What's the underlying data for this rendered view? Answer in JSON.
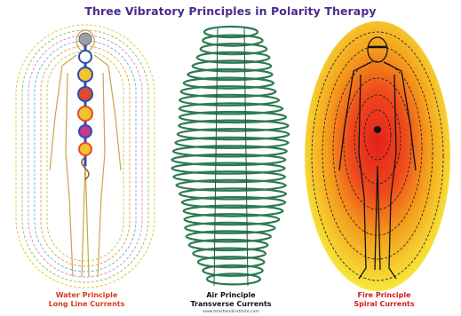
{
  "title": "Three Vibratory Principles in Polarity Therapy",
  "panels": [
    {
      "principle": "Water Principle",
      "currents": "Long Line Currents",
      "color": "#d93a1a"
    },
    {
      "principle": "Air Principle",
      "currents": "Transverse Currents",
      "color": "#111111"
    },
    {
      "principle": "Fire Principle",
      "currents": "Spiral Currents",
      "color": "#d91a1a"
    }
  ],
  "credit": "www.heartlandinstitute.com",
  "colors": {
    "title": "#4a2b8c",
    "air_coil": "#2e7a52",
    "fire_outer": "#f7e83a",
    "fire_mid": "#f4a21d",
    "fire_core": "#e2211c"
  }
}
